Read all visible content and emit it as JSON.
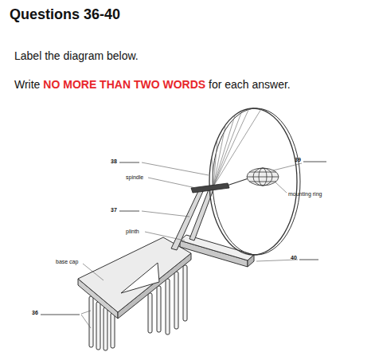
{
  "diagram": {
    "title": "Questions 36-40",
    "labels": [
      "Label the diagram below.",
      "Write",
      "NO MORE THAN TWO WORDS",
      "for each answer.",
      "38",
      "spindle",
      "37",
      "plinth",
      "base cap",
      "36",
      "39",
      "mounting ring",
      "40"
    ]
  }
}
